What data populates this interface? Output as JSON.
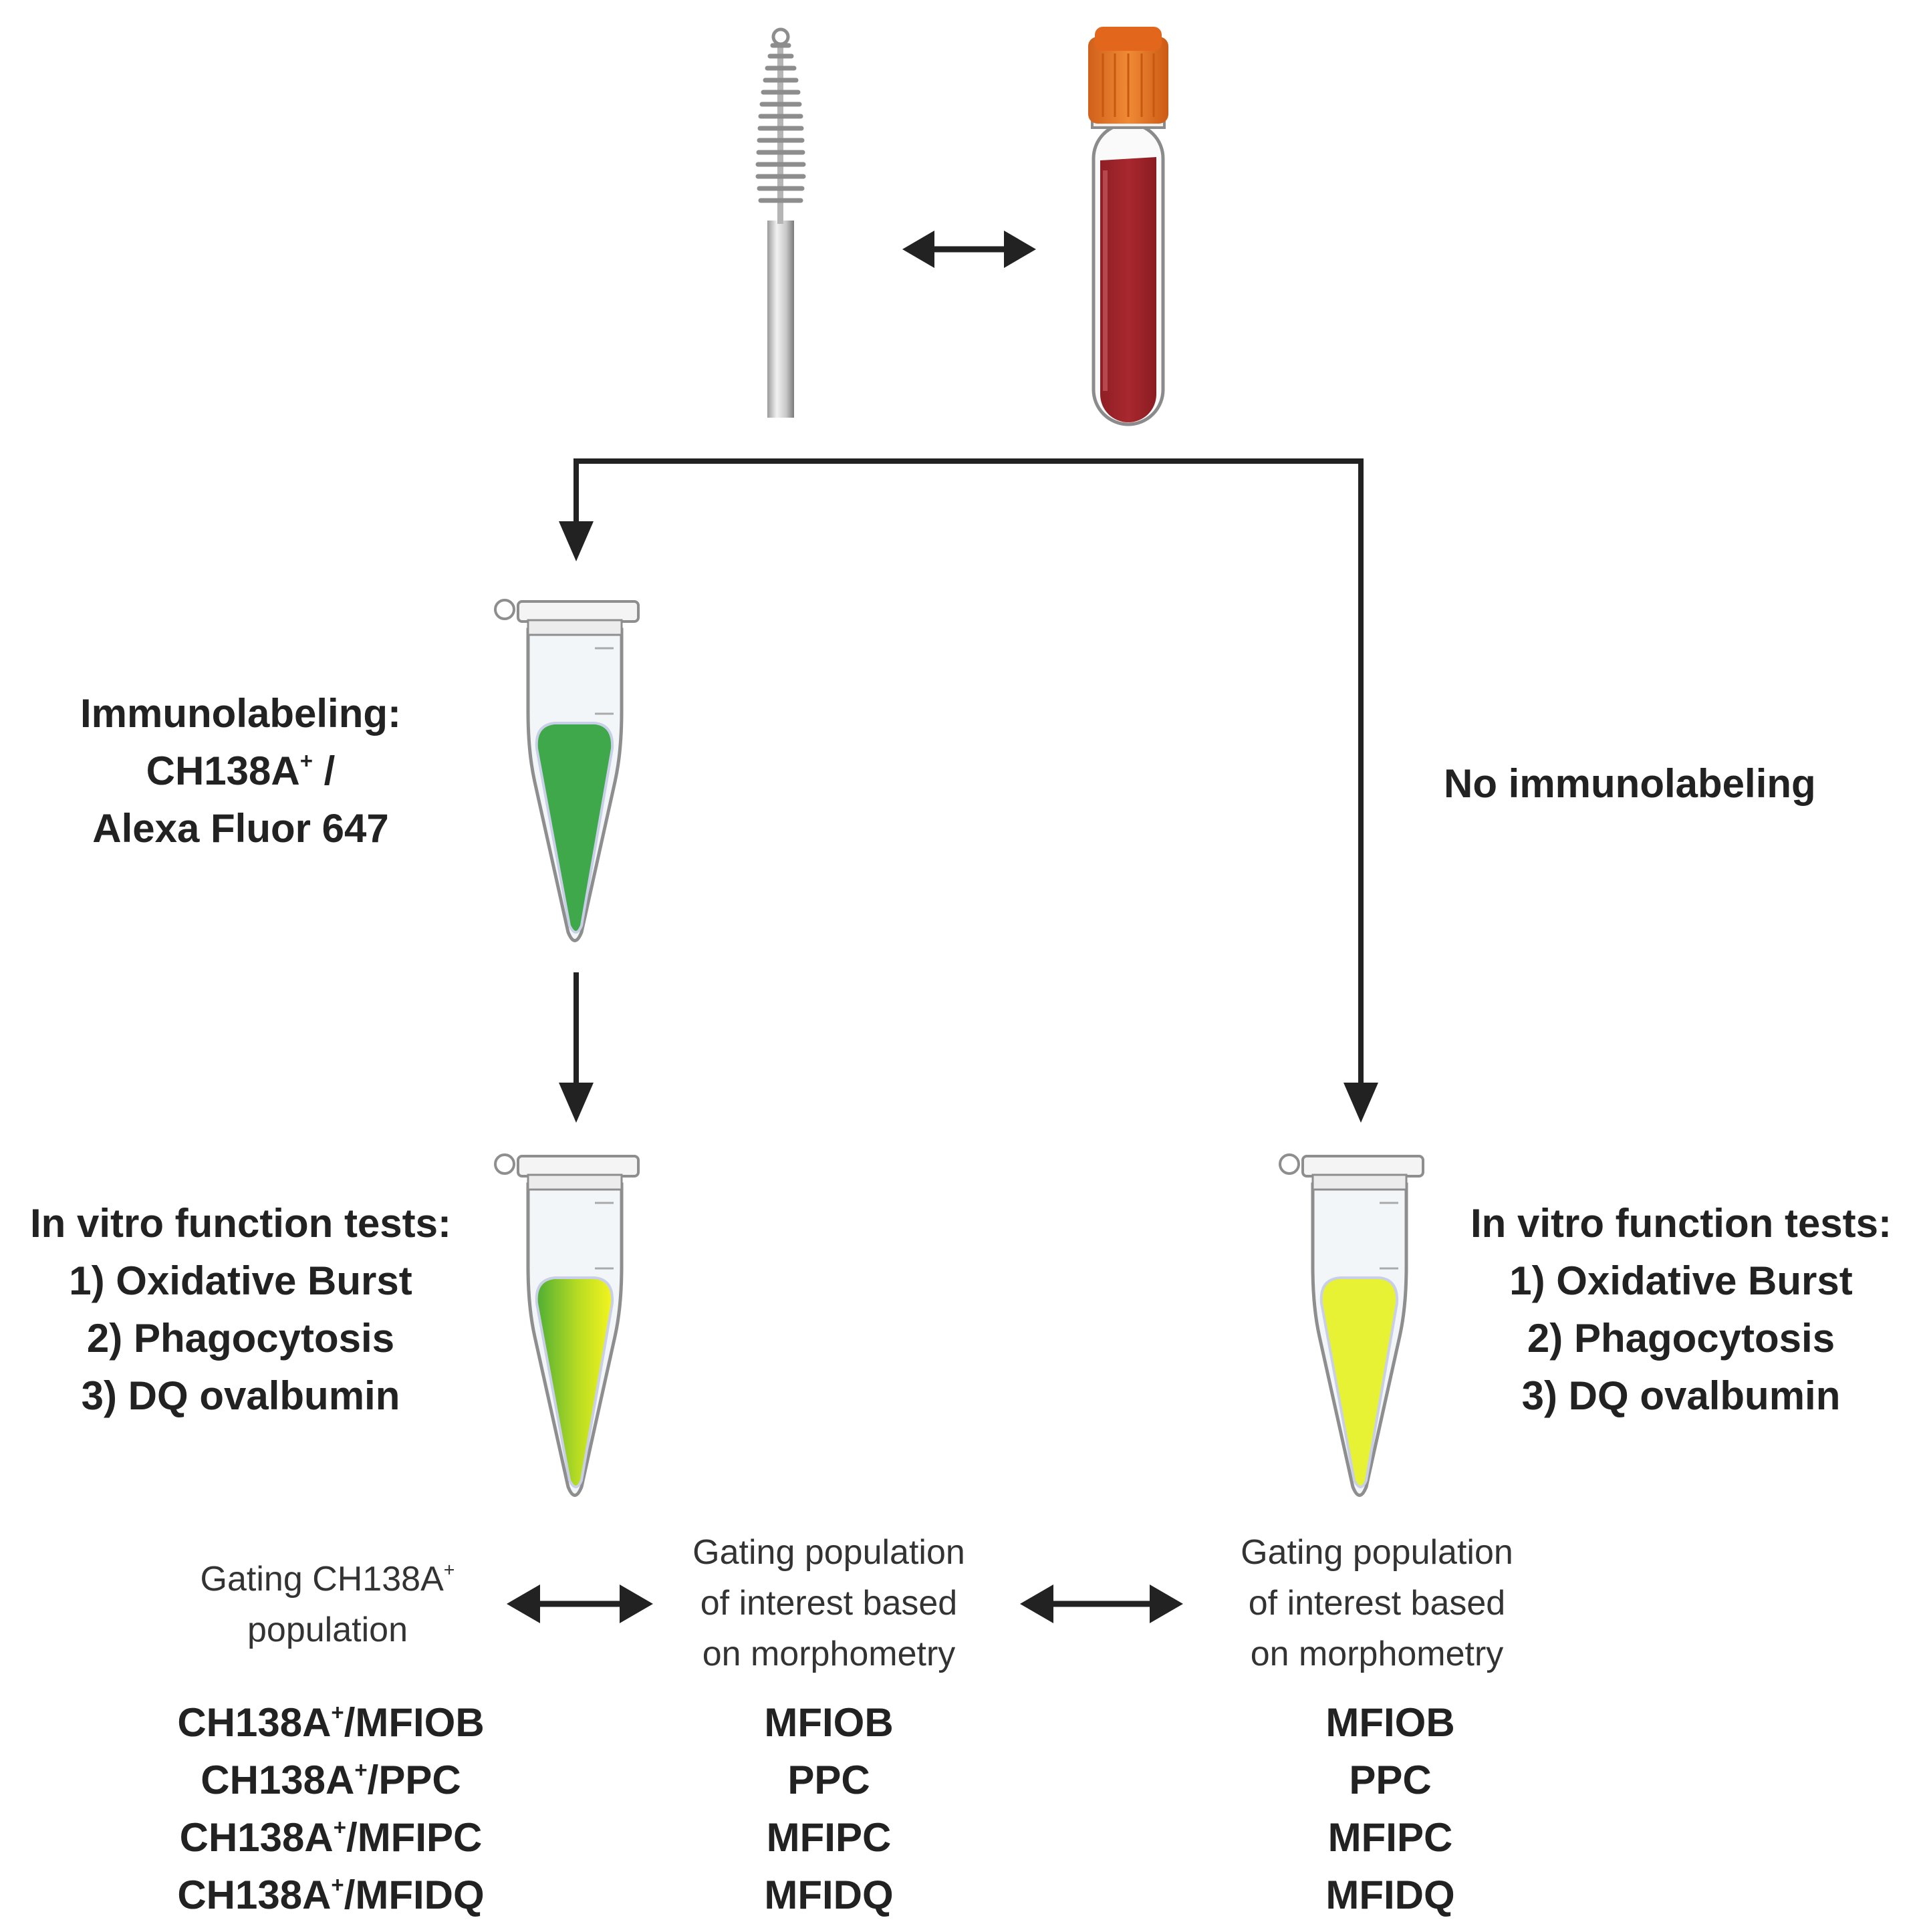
{
  "top": {
    "swab_icon": "cytobrush-icon",
    "tube_icon": "blood-collection-tube-icon",
    "cap_color": "#e8701f",
    "blood_color": "#a1252b"
  },
  "left_branch": {
    "immunolabeling_title": "Immunolabeling:",
    "immunolabeling_marker": "CH138A",
    "immunolabeling_marker_sup": "+",
    "immunolabeling_marker_rest": " /",
    "immunolabeling_line3": "Alexa Fluor 647",
    "labeled_tube_color": "#3ea84a",
    "tests": {
      "title": "In vitro function tests:",
      "items": [
        "1) Oxidative Burst",
        "2) Phagocytosis",
        "3) DQ ovalbumin"
      ]
    },
    "tested_tube_colors": [
      "#62b52f",
      "#f1f422"
    ],
    "gating": {
      "line1_pre": "Gating CH138A",
      "line1_sup": "+",
      "line2": "population"
    },
    "results": [
      {
        "pre": "CH138A",
        "sup": "+",
        "post": "/MFIOB"
      },
      {
        "pre": "CH138A",
        "sup": "+",
        "post": "/PPC"
      },
      {
        "pre": "CH138A",
        "sup": "+",
        "post": "/MFIPC"
      },
      {
        "pre": "CH138A",
        "sup": "+",
        "post": "/MFIDQ"
      }
    ]
  },
  "middle": {
    "gating_lines": [
      "Gating population",
      "of interest based",
      "on morphometry"
    ],
    "results": [
      "MFIOB",
      "PPC",
      "MFIPC",
      "MFIDQ"
    ]
  },
  "right_branch": {
    "no_label": "No immunolabeling",
    "tests": {
      "title": "In vitro function tests:",
      "items": [
        "1) Oxidative Burst",
        "2) Phagocytosis",
        "3) DQ ovalbumin"
      ]
    },
    "tube_color": "#e6f233",
    "gating_lines": [
      "Gating population",
      "of interest based",
      "on morphometry"
    ],
    "results": [
      "MFIOB",
      "PPC",
      "MFIPC",
      "MFIDQ"
    ]
  }
}
